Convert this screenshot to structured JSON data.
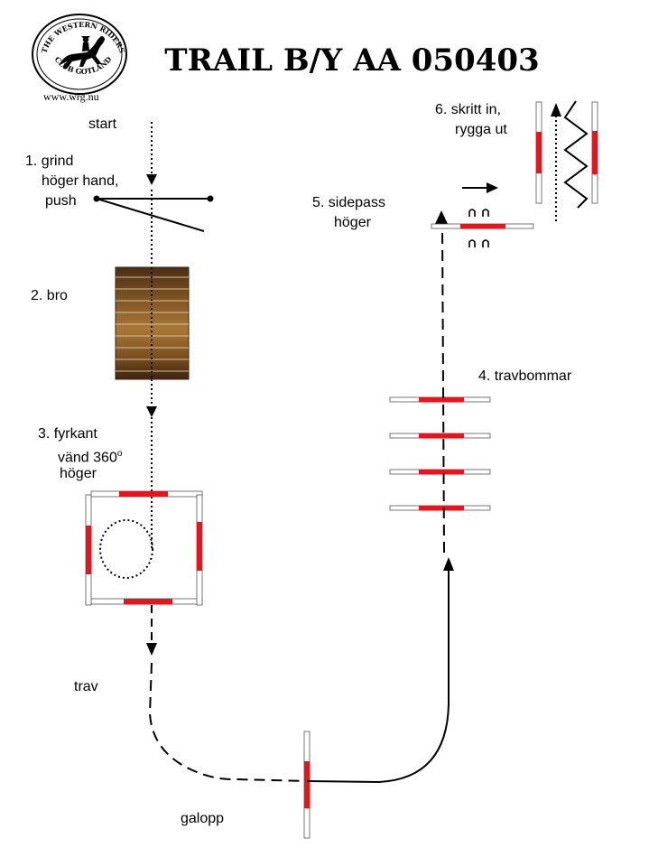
{
  "title": "TRAIL B/Y AA 050403",
  "logo": {
    "top_text": "THE WESTERN RIDERS",
    "bottom_text": "CLUB GOTLAND",
    "url": "www.wrg.nu"
  },
  "labels": {
    "start": "start",
    "gate_line1": "1. grind",
    "gate_line2": "höger hand,",
    "gate_line3": "push",
    "bridge": "2. bro",
    "box_line1": "3. fyrkant",
    "box_line2": "vänd 360",
    "box_sup": "o",
    "box_line3": "höger",
    "trot": "trav",
    "lope": "galopp",
    "trot_poles": "4. travbommar",
    "sidepass_line1": "5. sidepass",
    "sidepass_line2": "höger",
    "walk_line1": "6. skritt in,",
    "walk_line2": "rygga ut"
  },
  "colors": {
    "pole_red": "#e8141c",
    "bridge_dark": "#4a2d14",
    "bridge_light": "#a87838",
    "line": "#000000"
  },
  "icons": [
    "horse-rider-icon",
    "arrow-down-icon",
    "arrow-up-icon",
    "arrow-right-icon",
    "hoofprint-icon"
  ]
}
